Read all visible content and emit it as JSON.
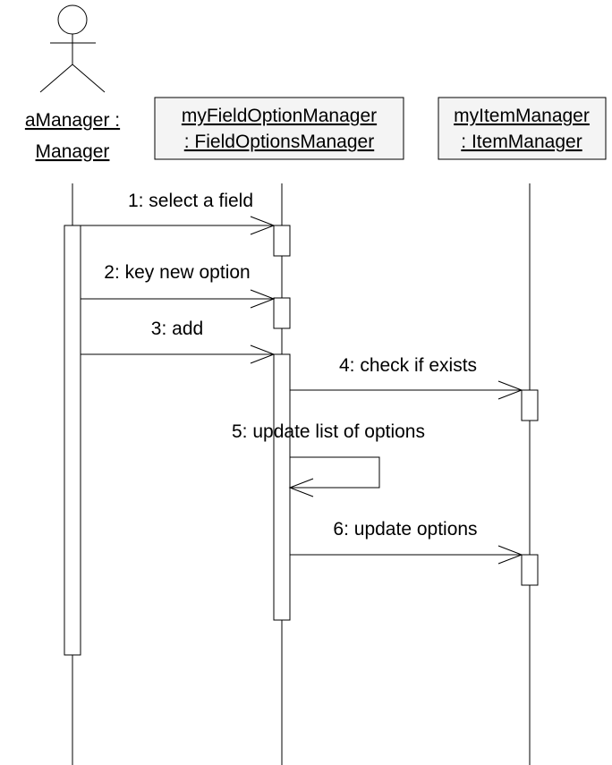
{
  "participants": [
    {
      "id": "manager",
      "name_line1": "aManager :",
      "name_line2": "Manager",
      "kind": "actor"
    },
    {
      "id": "field_option_manager",
      "name_line1": "myFieldOptionManager",
      "name_line2": ": FieldOptionsManager",
      "kind": "object"
    },
    {
      "id": "item_manager",
      "name_line1": "myItemManager",
      "name_line2": ": ItemManager",
      "kind": "object"
    }
  ],
  "messages": [
    {
      "label": "1: select a field",
      "from": "manager",
      "to": "field_option_manager"
    },
    {
      "label": "2: key new option",
      "from": "manager",
      "to": "field_option_manager"
    },
    {
      "label": "3: add",
      "from": "manager",
      "to": "field_option_manager"
    },
    {
      "label": "4: check if exists",
      "from": "field_option_manager",
      "to": "item_manager"
    },
    {
      "label": "5: update list of options",
      "from": "field_option_manager",
      "to": "field_option_manager"
    },
    {
      "label": "6: update options",
      "from": "field_option_manager",
      "to": "item_manager"
    }
  ]
}
